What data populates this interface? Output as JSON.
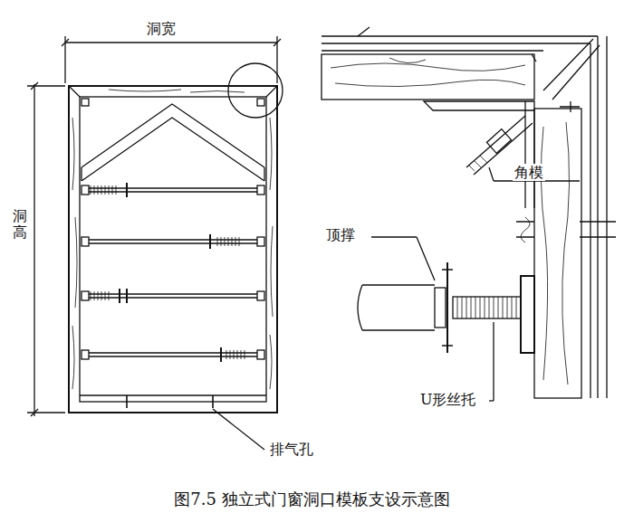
{
  "diagram": {
    "caption": "图7.5 独立式门窗洞口模板支设示意图",
    "labels": [
      "洞宽",
      "洞高",
      "角模",
      "顶撑",
      "U形丝托",
      "排气孔"
    ]
  }
}
